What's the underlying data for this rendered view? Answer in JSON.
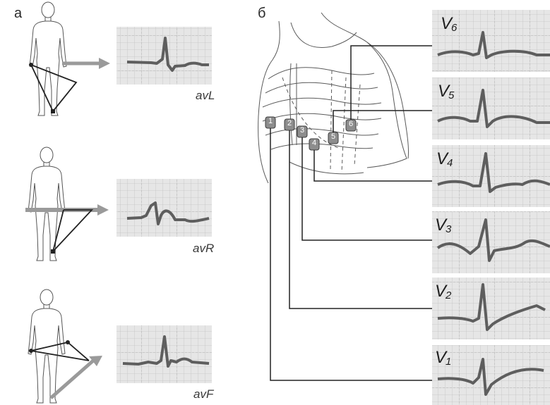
{
  "panel_a": {
    "letter": "а",
    "leads": [
      {
        "caption": "avL"
      },
      {
        "caption": "avR"
      },
      {
        "caption": "avF"
      }
    ]
  },
  "panel_b": {
    "letter": "б",
    "electrodes": [
      "1",
      "2",
      "3",
      "4",
      "5",
      "6"
    ],
    "leads": [
      {
        "letter": "V",
        "sub": "6"
      },
      {
        "letter": "V",
        "sub": "5"
      },
      {
        "letter": "V",
        "sub": "4"
      },
      {
        "letter": "V",
        "sub": "3"
      },
      {
        "letter": "V",
        "sub": "2"
      },
      {
        "letter": "V",
        "sub": "1"
      }
    ]
  },
  "colors": {
    "grid_bg": "#e6e6e6",
    "grid_line": "#bdbdbd",
    "trace": "#5e5e5e",
    "lines": "#222222",
    "arrow": "#9a9a9a"
  }
}
